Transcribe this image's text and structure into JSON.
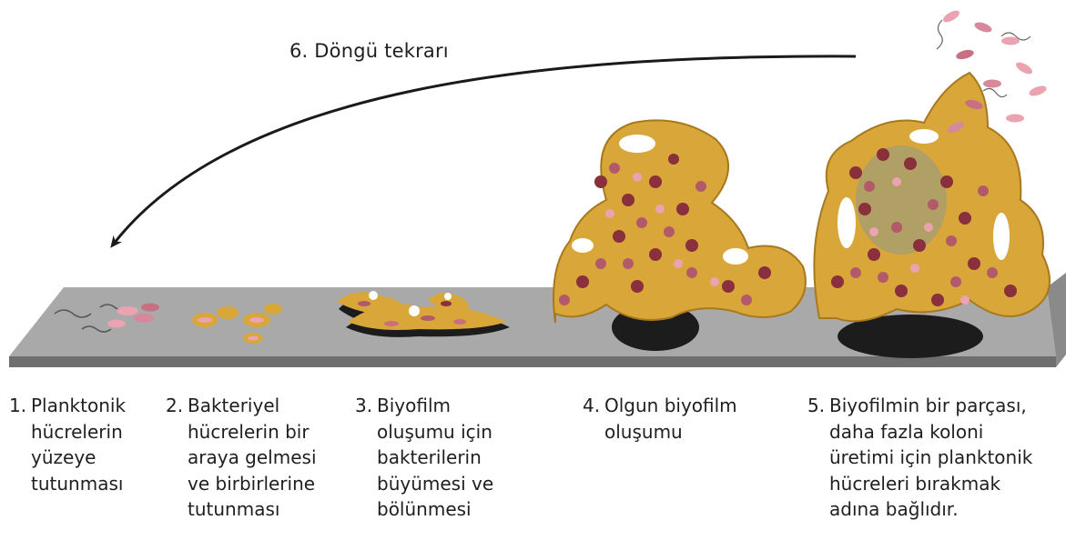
{
  "cycle": {
    "label": "6. Döngü tekrarı"
  },
  "stages": [
    {
      "number": "1.",
      "text": "Planktonik\nhücrelerin\nyüzeye\ntutunması"
    },
    {
      "number": "2.",
      "text": "Bakteriyel\nhücrelerin bir\naraya gelmesi\nve birbirlerine\ntutunması"
    },
    {
      "number": "3.",
      "text": "Biyofilm\noluşumu için\nbakterilerin\nbüyümesi ve\nbölünmesi"
    },
    {
      "number": "4.",
      "text": "Olgun biyofilm\noluşumu"
    },
    {
      "number": "5.",
      "text": "Biyofilmin bir parçası,\ndaha fazla koloni\nüretimi için planktonik\nhücreleri bırakmak\nadına bağlıdır."
    }
  ],
  "colors": {
    "surface_top": "#a9a9a9",
    "surface_front": "#6f6f6f",
    "matrix": "#d9a63a",
    "matrix_dark": "#a8781f",
    "cell_dark": "#8a2f3c",
    "cell_mid": "#b35a6a",
    "cell_light": "#e9a3b1",
    "shadow": "#1c1c1c",
    "arrow": "#1a1a1a"
  }
}
